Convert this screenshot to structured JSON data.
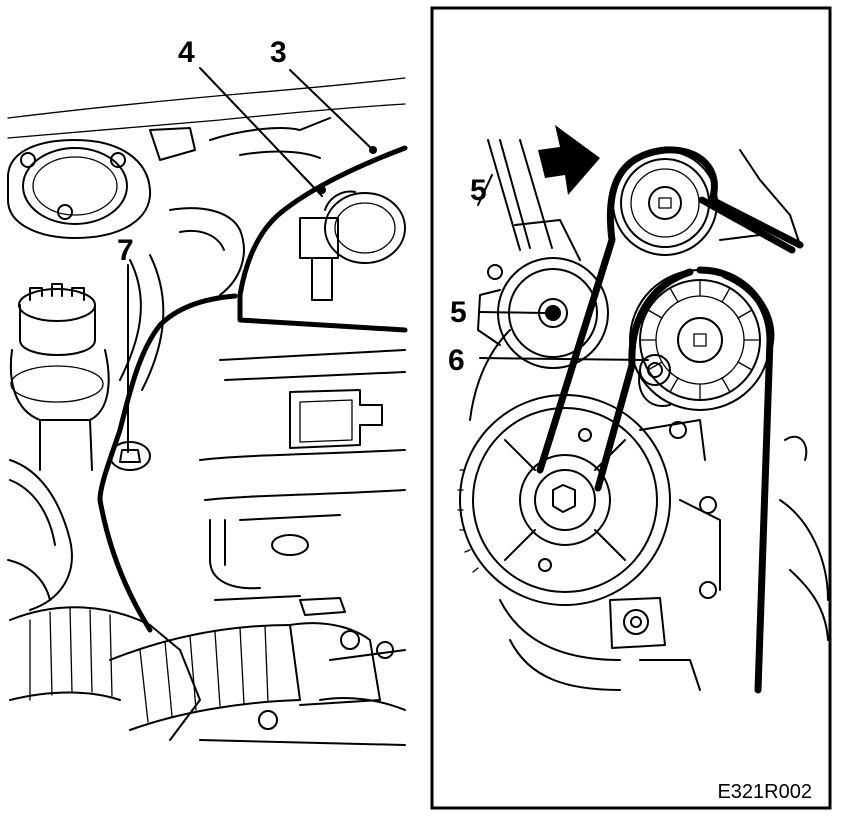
{
  "callouts": {
    "left_3": "3",
    "left_4": "4",
    "left_7": "7",
    "inset_5_upper": "5",
    "inset_5_lower": "5",
    "inset_6": "6"
  },
  "figure_code": "E321R002",
  "colors": {
    "ink": "#000000",
    "paper": "#ffffff"
  }
}
